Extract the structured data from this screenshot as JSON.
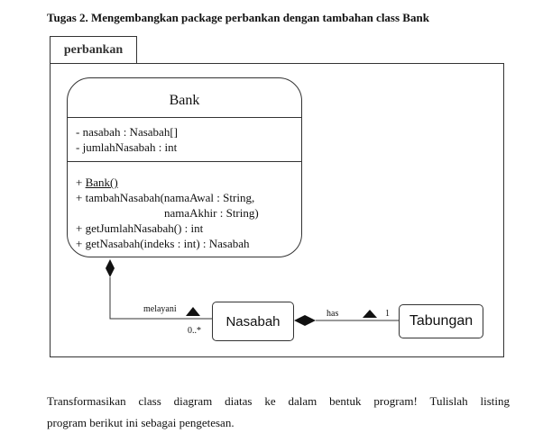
{
  "heading": "Tugas 2. Mengembangkan package perbankan dengan tambahan class Bank",
  "package": {
    "name": "perbankan"
  },
  "bank": {
    "name": "Bank",
    "attributes": [
      "- nasabah : Nasabah[]",
      "- jumlahNasabah : int"
    ],
    "operations": {
      "constructor_prefix": "+ ",
      "constructor": "Bank()",
      "op1_line1": "+ tambahNasabah(namaAwal : String,",
      "op1_line2": "namaAkhir : String)",
      "op2": "+ getJumlahNasabah() : int",
      "op3": "+ getNasabah(indeks : int) : Nasabah"
    }
  },
  "nasabah": {
    "name": "Nasabah"
  },
  "tabungan": {
    "name": "Tabungan"
  },
  "associations": {
    "bank_nasabah": {
      "label": "melayani",
      "multiplicity": "0..*"
    },
    "nasabah_tabungan": {
      "label": "has",
      "multiplicity": "1"
    }
  },
  "paragraph": {
    "line1": "Transformasikan class diagram diatas ke dalam bentuk program! Tulislah listing",
    "line2": "program berikut ini sebagai pengetesan."
  }
}
